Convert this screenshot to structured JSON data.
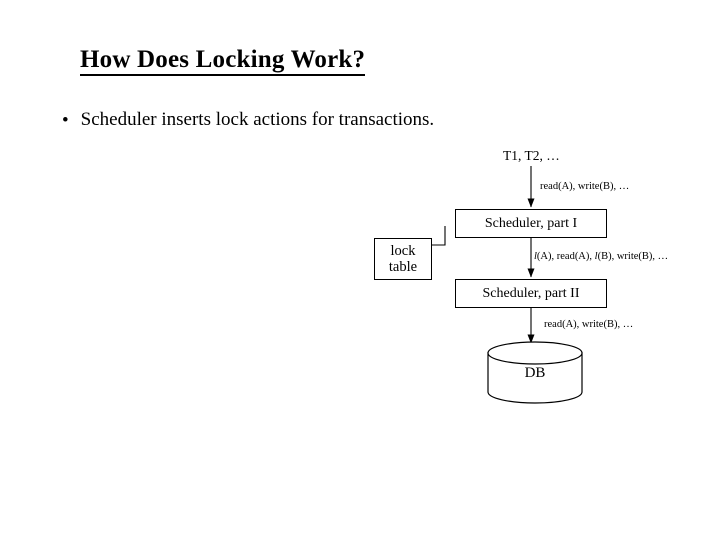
{
  "slide": {
    "title": "How Does Locking Work?",
    "bullet_marker": "•",
    "bullet_text": "Scheduler inserts lock actions for transactions."
  },
  "diagram": {
    "transactions_label": "T1, T2, …",
    "ops_top": "read(A), write(B), …",
    "scheduler_part_1": "Scheduler, part I",
    "scheduler_part_2": "Scheduler, part II",
    "lock_table_line1": "lock",
    "lock_table_line2": "table",
    "ops_middle_italic_1": "l",
    "ops_middle_rest_1": "(A), read(A), ",
    "ops_middle_italic_2": "l",
    "ops_middle_rest_2": "(B), write(B), …",
    "ops_bottom": "read(A), write(B), …",
    "db_label": "DB"
  },
  "colors": {
    "stroke": "#000000",
    "fill": "#ffffff",
    "text": "#000000"
  }
}
